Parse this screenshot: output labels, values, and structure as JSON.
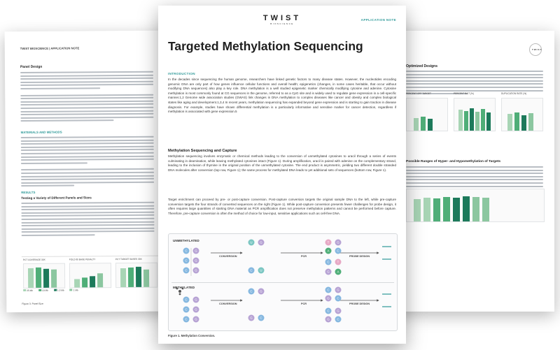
{
  "left_page": {
    "header": "TWIST BIOSCIENCE | APPLICATION NOTE",
    "section_panel_design": "Panel Design",
    "section_materials": "MATERIALS AND METHODS",
    "section_results": "RESULTS",
    "results_sub": "Testing a Variety of Different Panels and Sizes",
    "figure_caption": "Figure 3. Panel Size",
    "chart_labels": [
      "PCT COVERAGE 30X",
      "FOLD 80 BASE PENALTY",
      "PCT TARGET BASES 30X"
    ],
    "legend": [
      "25 Mb",
      "10 Mb",
      "1.0 Mb",
      "1 Mb"
    ]
  },
  "right_page": {
    "section_1": "Optimized Designs",
    "section_2": "Possible Ranges of Hyper- and Hypomethylation of Targets",
    "chart_labels": [
      "PERCENT OFF TARGET",
      "PERCENT BAIT (%)",
      "DUPLICATION RATE (%)"
    ]
  },
  "front_page": {
    "logo": "TWIST",
    "logo_sub": "BIOSCIENCE",
    "tag": "APPLICATION NOTE",
    "title": "Targeted Methylation Sequencing",
    "intro_heading": "INTRODUCTION",
    "intro_text": "In the decades since sequencing the human genome, researchers have linked genetic factors to many disease states. However, the nucleotides encoding genomic DNA are only part of how genes influence cellular functions and overall health; epigenetics (changes, in some cases heritable, that occur without modifying DNA sequences) also play a key role. DNA methylation is a well studied epigenetic marker chemically modifying cytosine and adenine. Cytosine methylation is most commonly found at CG sequences in the genome, referred to as a CpG site and is widely used to regulate gene expression in a cell-specific manner.1,2 Genome wide association studies (GWAS) link changes in DNA methylation to complex diseases like cancer and obesity and complex biological states like aging and development.1,3,4 In recent years, methylation sequencing has expanded beyond gene expression and is starting to gain traction in disease diagnosis. For example, studies have shown differential methylation is a particularly informative and sensitive marker for cancer detection, regardless if methylation is associated with gene expression.5",
    "sub_heading": "Methylation Sequencing and Capture",
    "para_2": "Methylation sequencing involves enzymatic or chemical methods leading to the conversion of unmethylated cytosines to uracil through a series of events culminating in deamination, while leaving methylated cytosines intact (Figure 1). During amplification, uracil is paired with adenine on the complementary strand, leading to the inclusion of thymine in the original position of the unmethylated cytosine. The end product is asymmetric, yielding two different double stranded DNA molecules after conversion (top row, Figure 1); the same process for methylated DNA leads to yet additional sets of sequences (bottom row, Figure 1).",
    "para_3": "Target enrichment can proceed by pre- or post-capture conversion. Post-capture conversion targets the original sample DNA to the left, while pre-capture conversion targets the four strands of converted sequences on the right (Figure 1). While post-capture conversion presents fewer challenges for probe design, it often requires large quantities of starting DNA material as PCR amplification does not preserve methylation patterns and cannot be performed before capture. Therefore, pre-capture conversion is often the method of choice for low-input, sensitive applications such as cell-free DNA.",
    "figure": {
      "row1_label": "UNMETHYLATED",
      "row2_label": "METHYLATED",
      "step_conversion": "CONVERSION",
      "step_pcr": "PCR",
      "step_probe": "PROBE DESIGN",
      "caption": "Figure 1. Methylation Conversion."
    }
  },
  "colors": {
    "teal": "#2f9a99",
    "light_green": "#a8d5b5",
    "mid_green": "#4fae78",
    "dark_green": "#1d7a5b",
    "nuc_purple": "#b7a3d4",
    "nuc_pink": "#e7a9c5",
    "nuc_blue": "#86b8e0",
    "nuc_teal": "#7bc6c2"
  }
}
